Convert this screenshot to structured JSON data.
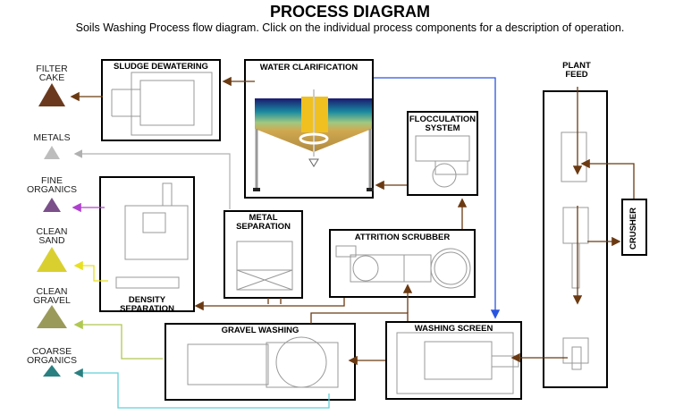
{
  "header": {
    "title": "PROCESS DIAGRAM",
    "subtitle": "Soils Washing Process flow  diagram. Click on the individual process components for a description of operation."
  },
  "components": {
    "sludge_dewatering": "SLUDGE DEWATERING",
    "water_clarification": "WATER CLARIFICATION",
    "flocculation_line1": "FLOCCULATION",
    "flocculation_line2": "SYSTEM",
    "metal_separation_line1": "METAL",
    "metal_separation_line2": "SEPARATION",
    "attrition_scrubber": "ATTRITION SCRUBBER",
    "density_separation_line1": "DENSITY",
    "density_separation_line2": "SEPARATION",
    "gravel_washing": "GRAVEL WASHING",
    "washing_screen": "WASHING SCREEN",
    "plant_feed_line1": "PLANT",
    "plant_feed_line2": "FEED",
    "crusher": "CRUSHER"
  },
  "outputs": [
    {
      "line1": "FILTER",
      "line2": "CAKE",
      "color": "#6b3a1e"
    },
    {
      "line1": "METALS",
      "line2": "",
      "color": "#b5b5b5"
    },
    {
      "line1": "FINE",
      "line2": "ORGANICS",
      "color": "#7a4f8a"
    },
    {
      "line1": "CLEAN",
      "line2": "SAND",
      "color": "#d9d030"
    },
    {
      "line1": "CLEAN",
      "line2": "GRAVEL",
      "color": "#9a9a5a"
    },
    {
      "line1": "COARSE",
      "line2": "ORGANICS",
      "color": "#2a8080"
    }
  ],
  "colors": {
    "main_flow": "#6b3a12",
    "water_flow": "#2a55e0",
    "metals_line": "#b0b0b0",
    "fine_organics_line": "#b040d0",
    "sand_line": "#e8e020",
    "gravel_line": "#b0c850",
    "coarse_organics_line": "#60d0d8"
  }
}
